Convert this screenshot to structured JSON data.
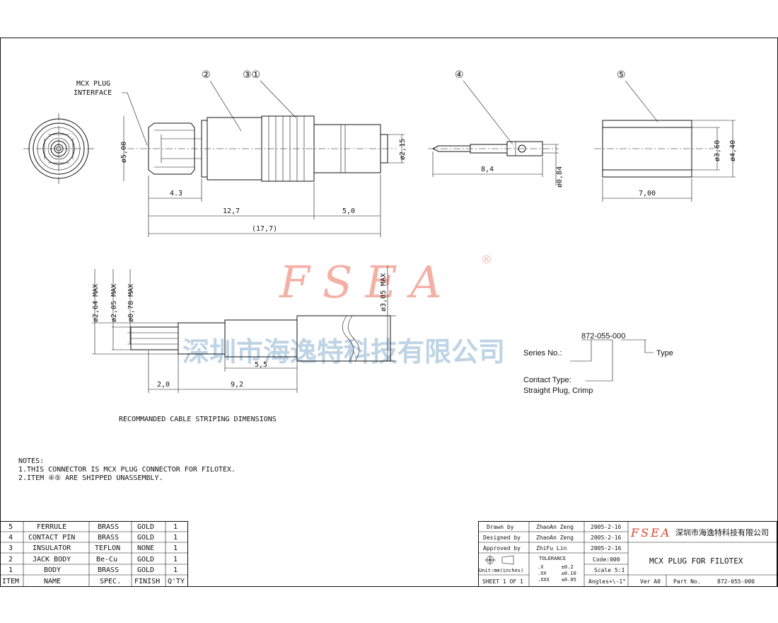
{
  "callouts": {
    "c2": "②",
    "c31": "③①",
    "c4": "④",
    "c5": "⑤",
    "mcx_plug": "MCX PLUG",
    "interface": "INTERFACE"
  },
  "dimensions": {
    "d500": "ø5,00",
    "d43": "4.3",
    "d127": "12,7",
    "d50": "5,0",
    "d177": "(17,7)",
    "d215": "ø2,15",
    "d84": "8,4",
    "d084": "ø0,84",
    "d360": "ø3,60",
    "d440": "ø4,40",
    "d700": "7,00",
    "d264": "ø2,64 MAX",
    "d205": "ø2,05 MAX",
    "d078": "ø0,78 MAX",
    "d305": "ø3,05 MAX",
    "d55": "5,5",
    "d20": "2,0",
    "d92": "9,2"
  },
  "watermark": {
    "brand": "FSEA",
    "registered": "®",
    "company_cn": "深圳市海逸特科技有限公司"
  },
  "part_code": {
    "number": "872-055-000",
    "series": "Series No.:",
    "type": "Type",
    "contact_type": "Contact Type:",
    "contact_value": "Straight Plug, Crimp"
  },
  "striping_caption": "RECOMMANDED CABLE STRIPING DIMENSIONS",
  "notes": {
    "title": "NOTES:",
    "line1": "1.THIS CONNECTOR IS MCX PLUG CONNECTOR FOR FILOTEX.",
    "line2": "2.ITEM ④⑤ ARE SHIPPED UNASSEMBLY."
  },
  "bom": {
    "headers": [
      "ITEM",
      "NAME",
      "SPEC.",
      "FINISH",
      "Q'TY"
    ],
    "rows": [
      [
        "5",
        "FERRULE",
        "BRASS",
        "GOLD",
        "1"
      ],
      [
        "4",
        "CONTACT PIN",
        "BRASS",
        "GOLD",
        "1"
      ],
      [
        "3",
        "INSULATOR",
        "TEFLON",
        "NONE",
        "1"
      ],
      [
        "2",
        "JACK BODY",
        "Be-Cu",
        "GOLD",
        "1"
      ],
      [
        "1",
        "BODY",
        "BRASS",
        "GOLD",
        "1"
      ]
    ]
  },
  "title_block": {
    "drawn_label": "Drawn by",
    "drawn_name": "ZhaoAn Zeng",
    "drawn_date": "2005-2-16",
    "designed_label": "Designed by",
    "designed_name": "ZhaoAn Zeng",
    "designed_date": "2005-2-16",
    "approved_label": "Approved by",
    "approved_name": "ZhiFu Lin",
    "approved_date": "2005-2-16",
    "tolerance": "TOLERANCE",
    "tol1": ".X      ±0.2",
    "tol2": ".XX     ±0.10",
    "tol3": ".XXX    ±0.05",
    "code": "Code:000",
    "scale": "Scale 5:1",
    "angles": "Angles+\\-1°",
    "units": "Unit:mm(inches)",
    "sheet": "SHEET 1 OF 1",
    "logo": "FSEA",
    "company": "深圳市海逸特科技有限公司",
    "title": "MCX PLUG FOR FILOTEX",
    "ver": "Ver A0",
    "part_label": "Part No.",
    "part_no": "872-055-000"
  }
}
